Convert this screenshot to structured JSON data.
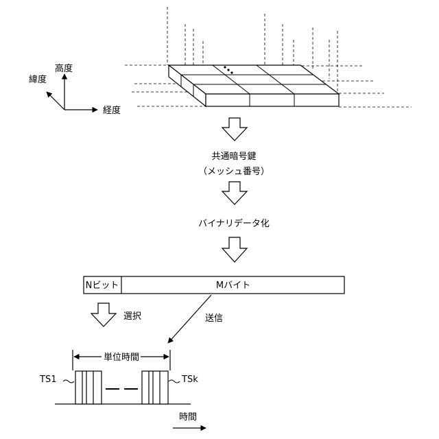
{
  "axes": {
    "altitude": "高度",
    "latitude": "緯度",
    "longitude": "経度"
  },
  "steps": {
    "key_line1": "共通暗号鍵",
    "key_line2": "（メッシュ番号）",
    "binarize": "バイナリデータ化"
  },
  "bitfield": {
    "n_label": "Nビット",
    "m_label": "Mバイト"
  },
  "labels": {
    "select": "選択",
    "send": "送信",
    "unit_time": "単位時間",
    "ts_first": "TS1",
    "ts_last": "TSk",
    "time": "時間"
  }
}
